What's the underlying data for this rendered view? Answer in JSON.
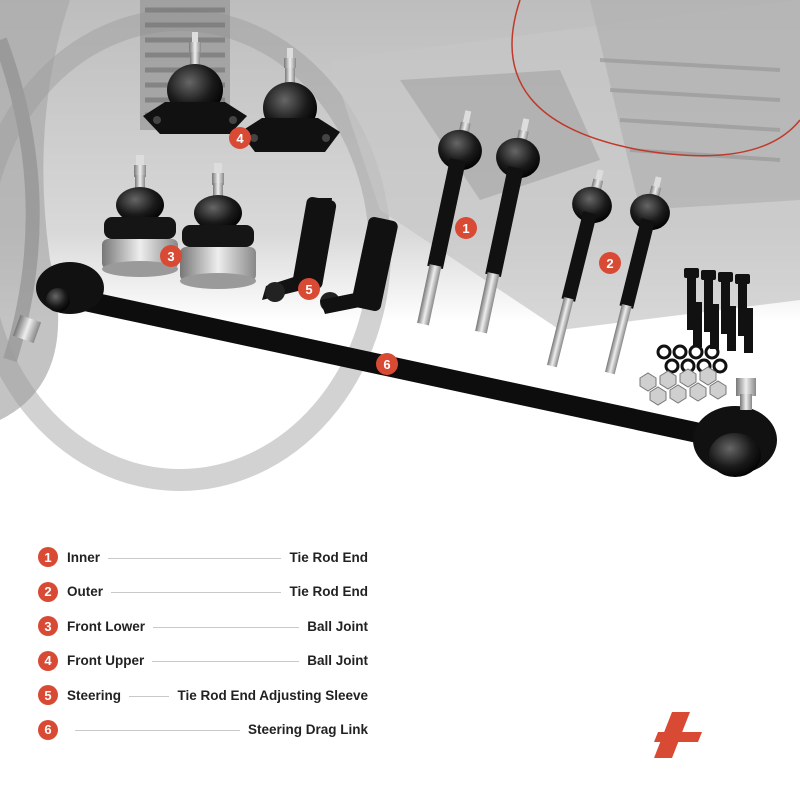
{
  "colors": {
    "accent": "#d94a35",
    "part": "#111111",
    "background": "#ffffff"
  },
  "legend": [
    {
      "num": "1",
      "left": "Inner",
      "right": "Tie Rod End"
    },
    {
      "num": "2",
      "left": "Outer",
      "right": "Tie Rod End"
    },
    {
      "num": "3",
      "left": "Front Lower",
      "right": "Ball Joint"
    },
    {
      "num": "4",
      "left": "Front Upper",
      "right": "Ball Joint"
    },
    {
      "num": "5",
      "left": "Steering",
      "right": "Tie Rod End Adjusting Sleeve"
    },
    {
      "num": "6",
      "left": "",
      "right": "Steering Drag Link"
    }
  ],
  "callouts": [
    "1",
    "2",
    "3",
    "4",
    "5",
    "6"
  ],
  "logo": {
    "icon": "brand-logo-icon"
  }
}
